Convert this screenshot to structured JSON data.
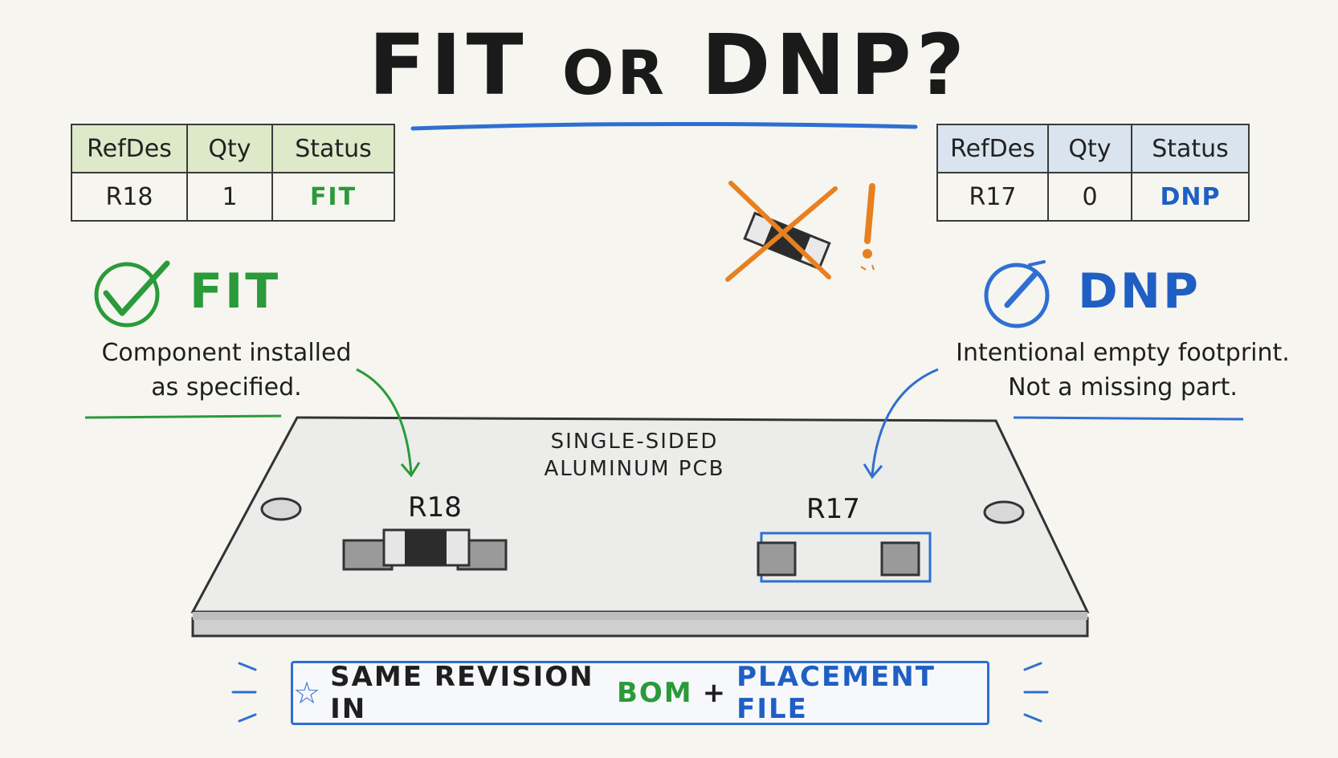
{
  "title": {
    "part1": "FIT",
    "part2": "OR",
    "part3": "DNP?"
  },
  "colors": {
    "fit_green": "#2a9a3a",
    "dnp_blue": "#1f5fc4",
    "warn_orange": "#e8801f",
    "ink": "#1c1c1c"
  },
  "bom_left": {
    "headers": [
      "RefDes",
      "Qty",
      "Status"
    ],
    "row": [
      "R18",
      "1",
      "FIT"
    ]
  },
  "bom_right": {
    "headers": [
      "RefDes",
      "Qty",
      "Status"
    ],
    "row": [
      "R17",
      "0",
      "DNP"
    ]
  },
  "fit": {
    "label": "FIT",
    "icon": "check-circle-icon",
    "line1": "Component installed",
    "line2": "as specified."
  },
  "dnp": {
    "label": "DNP",
    "icon": "gauge-circle-icon",
    "line1": "Intentional empty footprint.",
    "line2": "Not a missing part."
  },
  "warning": {
    "icon": "crossed-resistor-icon",
    "mark": "!"
  },
  "pcb": {
    "line1": "SINGLE-SIDED",
    "line2": "ALUMINUM PCB",
    "ref_fit": "R18",
    "ref_dnp": "R17"
  },
  "banner": {
    "icon": "star-icon",
    "text1": "SAME REVISION IN",
    "bom": "BOM",
    "plus": "+",
    "placement": "PLACEMENT FILE"
  }
}
